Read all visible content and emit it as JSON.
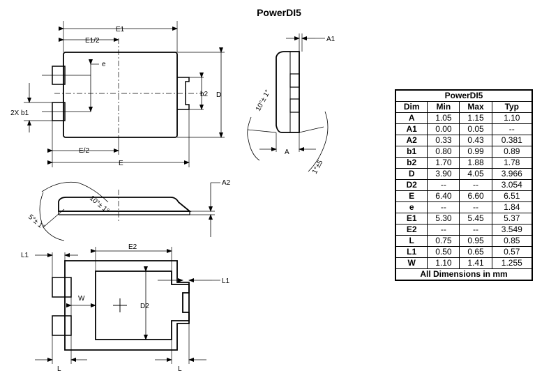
{
  "title": "PowerDI5",
  "labels": {
    "E1": "E1",
    "E1_half": "E1/2",
    "e": "e",
    "b2": "b2",
    "D": "D",
    "b1_2x": "2X b1",
    "E_half": "E/2",
    "E": "E",
    "A1": "A1",
    "A": "A",
    "angle_10": "10°± 1°",
    "angle_1_5": "1°±5",
    "A2": "A2",
    "angle_10b": "10°± 1°",
    "angle_5": "5°± 1°",
    "L1_left": "L1",
    "E2": "E2",
    "W": "W",
    "D2": "D2",
    "L1_right": "L1",
    "L_left": "L",
    "L_right": "L"
  },
  "table": {
    "title": "PowerDI5",
    "headers": [
      "Dim",
      "Min",
      "Max",
      "Typ"
    ],
    "rows": [
      {
        "dim": "A",
        "min": "1.05",
        "max": "1.15",
        "typ": "1.10"
      },
      {
        "dim": "A1",
        "min": "0.00",
        "max": "0.05",
        "typ": "--"
      },
      {
        "dim": "A2",
        "min": "0.33",
        "max": "0.43",
        "typ": "0.381"
      },
      {
        "dim": "b1",
        "min": "0.80",
        "max": "0.99",
        "typ": "0.89"
      },
      {
        "dim": "b2",
        "min": "1.70",
        "max": "1.88",
        "typ": "1.78"
      },
      {
        "dim": "D",
        "min": "3.90",
        "max": "4.05",
        "typ": "3.966"
      },
      {
        "dim": "D2",
        "min": "--",
        "max": "--",
        "typ": "3.054"
      },
      {
        "dim": "E",
        "min": "6.40",
        "max": "6.60",
        "typ": "6.51"
      },
      {
        "dim": "e",
        "min": "--",
        "max": "--",
        "typ": "1.84"
      },
      {
        "dim": "E1",
        "min": "5.30",
        "max": "5.45",
        "typ": "5.37"
      },
      {
        "dim": "E2",
        "min": "--",
        "max": "--",
        "typ": "3.549"
      },
      {
        "dim": "L",
        "min": "0.75",
        "max": "0.95",
        "typ": "0.85"
      },
      {
        "dim": "L1",
        "min": "0.50",
        "max": "0.65",
        "typ": "0.57"
      },
      {
        "dim": "W",
        "min": "1.10",
        "max": "1.41",
        "typ": "1.255"
      }
    ],
    "footer": "All Dimensions in mm"
  }
}
